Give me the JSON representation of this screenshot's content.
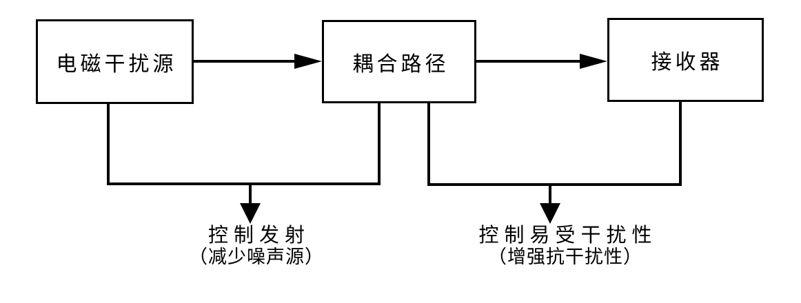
{
  "diagram": {
    "boxes": [
      {
        "label": "电磁干扰源"
      },
      {
        "label": "耦合路径"
      },
      {
        "label": "接收器"
      }
    ],
    "flow_arrows": [
      {
        "from": "电磁干扰源",
        "to": "耦合路径"
      },
      {
        "from": "耦合路径",
        "to": "接收器"
      }
    ],
    "annotations": [
      {
        "line1": "控制发射",
        "line2": "（减少噪声源）"
      },
      {
        "line1": "控制易受干扰性",
        "line2": "（增强抗干扰性）"
      }
    ],
    "colors": {
      "ink": "#000000",
      "background": "#ffffff"
    }
  }
}
